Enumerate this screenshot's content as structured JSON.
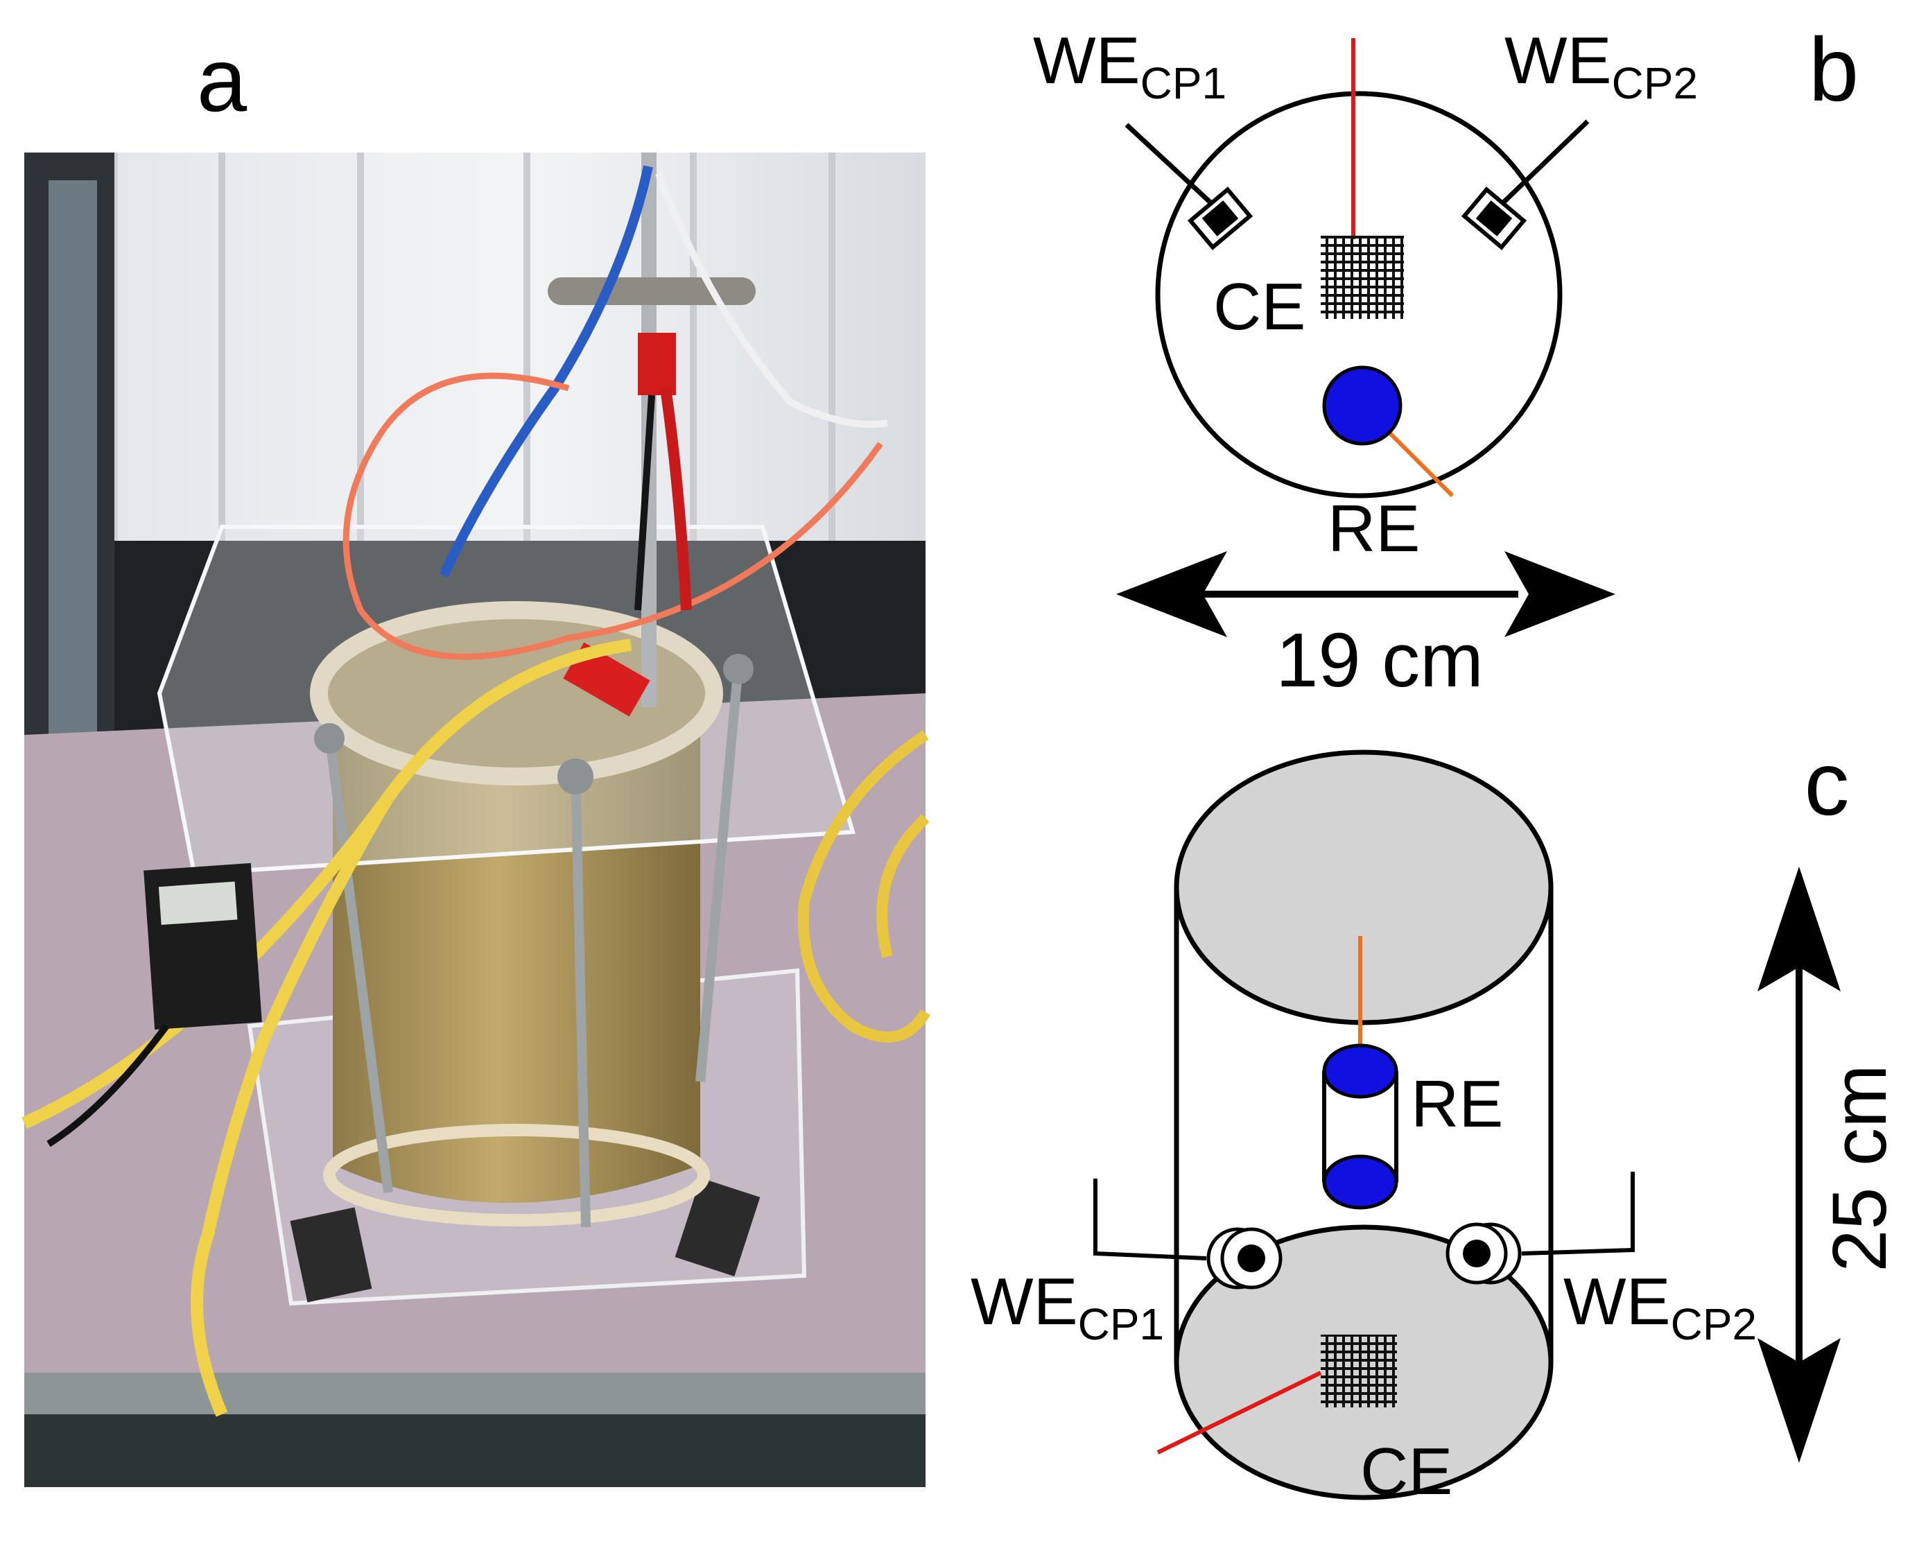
{
  "panels": {
    "a": {
      "label": "a"
    },
    "b": {
      "label": "b",
      "we_cp1": {
        "main": "WE",
        "sub": "CP1"
      },
      "we_cp2": {
        "main": "WE",
        "sub": "CP2"
      },
      "ce": "CE",
      "re": "RE",
      "dimension": "19 cm"
    },
    "c": {
      "label": "c",
      "re": "RE",
      "we_cp1": {
        "main": "WE",
        "sub": "CP1"
      },
      "we_cp2": {
        "main": "WE",
        "sub": "CP2"
      },
      "ce": "CE",
      "dimension": "25 cm"
    }
  },
  "colors": {
    "reference_electrode": "#1010e0",
    "counter_lead": "#e01818",
    "reference_lead": "#f07020",
    "cylinder_cap": "#d3d3d3",
    "soil": "#b49a5c"
  },
  "icons": {
    "photo": "soil-column-photo",
    "mesh": "mesh-electrode-icon",
    "arrow": "double-headed-arrow-icon"
  }
}
